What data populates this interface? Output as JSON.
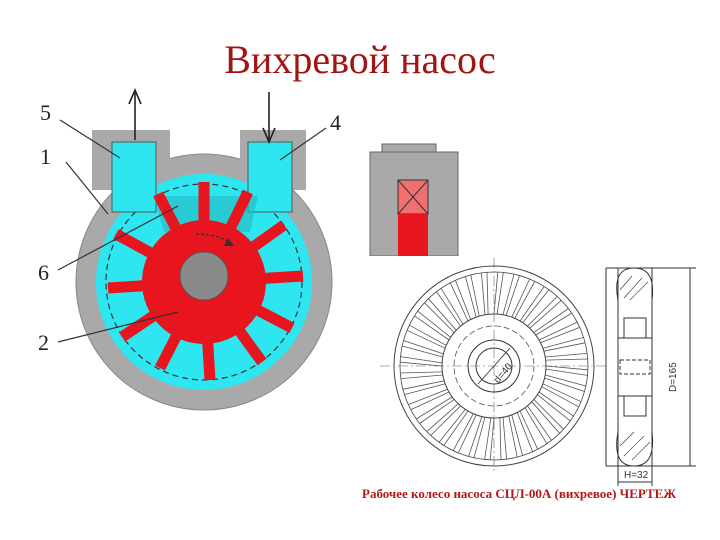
{
  "title": "Вихревой насос",
  "pump_labels": {
    "inlet": "4",
    "outlet": "5",
    "casing": "1",
    "channel": "6",
    "impeller": "2"
  },
  "drawing": {
    "caption": "Рабочее колесо насоса СЦЛ-00А (вихревое) ЧЕРТЕЖ",
    "dim_d": "d=40",
    "dim_D": "D=165",
    "dim_H": "H=32"
  },
  "colors": {
    "title": "#a01414",
    "casing": "#a9a9a9",
    "water": "#2ee6f0",
    "impeller": "#e8141e",
    "hub": "#8a8a8a",
    "caption": "#b01818"
  }
}
